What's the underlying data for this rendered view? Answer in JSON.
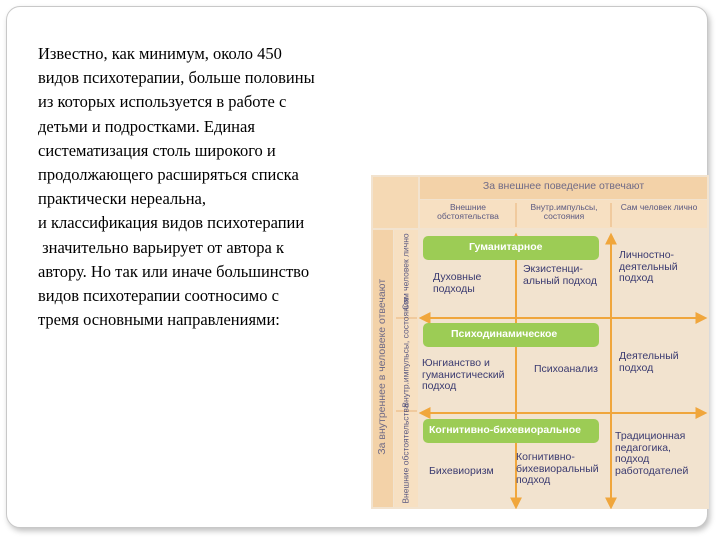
{
  "text_lines": [
    "Известно, как минимум, около 450",
    "видов психотерапии, больше половины",
    "из которых используется в работе с",
    "детьми и подростками. Единая",
    "систематизация столь  широкого и",
    "продолжающего расширяться списка",
    "практически нереальна,",
    "и классификация видов психотерапии",
    " значительно варьирует от автора к",
    "автору. Но так или иначе большинство",
    "видов психотерапии соотносимо с",
    "тремя основными направлениями:"
  ],
  "diagram": {
    "top_header": "За внешнее поведение отвечают",
    "columns": [
      "Внешние обстоятельства",
      "Внутр.импульсы, состояния",
      "Сам человек лично"
    ],
    "left_header": "За внутреннее в человеке отвечают",
    "rows": [
      "Сам человек лично",
      "Внутр.импульсы, состояния",
      "Внешние обстоятельства"
    ],
    "bands": [
      "Гуманитарное",
      "Психодинамическое",
      "Когнитивно-бихевиоральное"
    ],
    "cells": {
      "r1c1": "Духовные подходы",
      "r1c2": "Экзистенци-альный подход",
      "r1c3": "Личностно-деятельный подход",
      "r2c1": "Юнгианство и гуманистический подход",
      "r2c2": "Психоанализ",
      "r2c3": "Деятельный подход",
      "r3c1": "Бихевиоризм",
      "r3c2": "Когнитивно-бихевиоральный подход",
      "r3c3": "Традиционная педагогика, подход работодателей"
    },
    "colors": {
      "background": "#f2e3cf",
      "header": "#f0cfa4",
      "band": "#9ccc55",
      "arrow": "#f0a63c"
    }
  }
}
